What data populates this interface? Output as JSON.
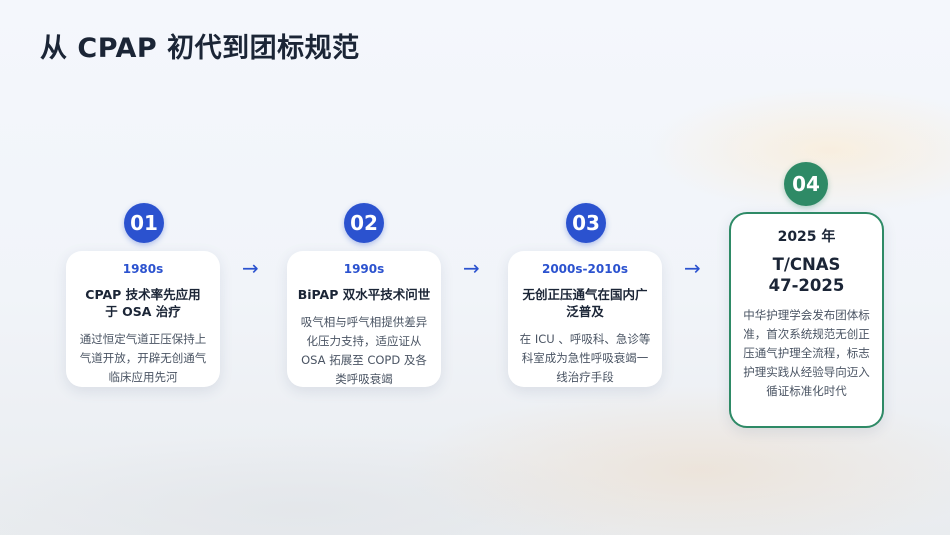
{
  "title": "从 CPAP 初代到团标规范",
  "steps": [
    {
      "num": "01",
      "era": "1980s",
      "head": "CPAP 技术率先应用于 OSA 治疗",
      "desc": "通过恒定气道正压保持上气道开放，开辟无创通气临床应用先河"
    },
    {
      "num": "02",
      "era": "1990s",
      "head": "BiPAP 双水平技术问世",
      "desc": "吸气相与呼气相提供差异化压力支持，适应证从 OSA 拓展至 COPD 及各类呼吸衰竭"
    },
    {
      "num": "03",
      "era": "2000s-2010s",
      "head": "无创正压通气在国内广泛普及",
      "desc": "在 ICU 、呼吸科、急诊等科室成为急性呼吸衰竭一线治疗手段"
    },
    {
      "num": "04",
      "era": "2025 年",
      "head": "T/CNAS 47-2025",
      "desc": "中华护理学会发布团体标准，首次系统规范无创正压通气护理全流程，标志护理实践从经验导向迈入循证标准化时代"
    }
  ],
  "arrow_glyph": "→",
  "colors": {
    "accent": "#2b52cf",
    "final": "#2e8a66",
    "text": "#1b2536"
  }
}
